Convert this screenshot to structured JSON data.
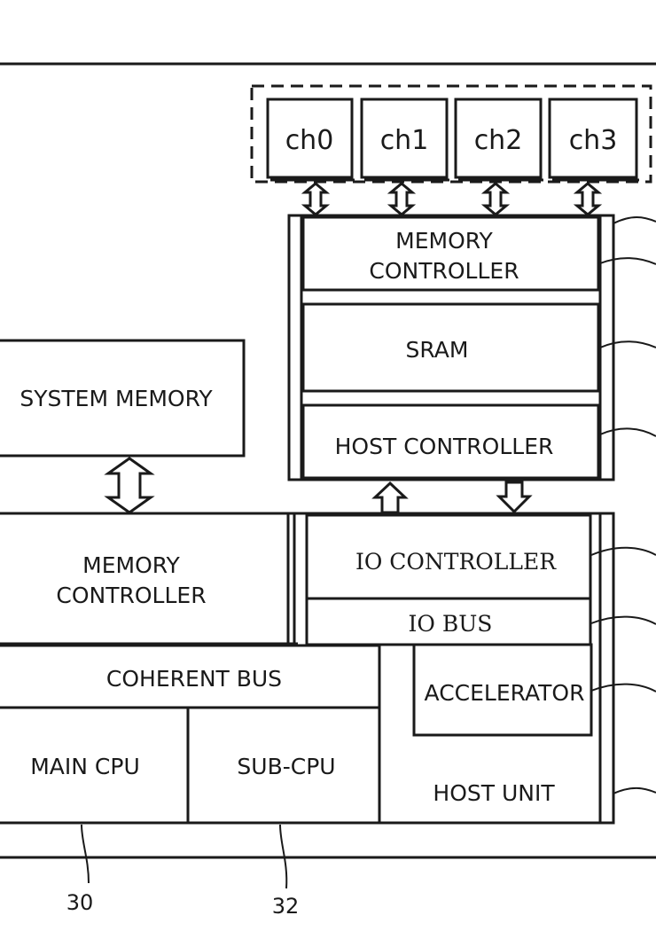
{
  "channels": [
    "ch0",
    "ch1",
    "ch2",
    "ch3"
  ],
  "device": {
    "memory_controller": [
      "MEMORY",
      "CONTROLLER"
    ],
    "sram": "SRAM",
    "host_controller": "HOST CONTROLLER"
  },
  "system_memory": "SYSTEM MEMORY",
  "host": {
    "memory_controller": [
      "MEMORY",
      "CONTROLLER"
    ],
    "io_controller": "IO CONTROLLER",
    "io_bus": "IO BUS",
    "coherent_bus": "COHERENT BUS",
    "accelerator": "ACCELERATOR",
    "main_cpu": "MAIN CPU",
    "sub_cpu": "SUB-CPU",
    "host_unit": "HOST UNIT"
  },
  "reference_numerals": [
    "30",
    "32"
  ]
}
